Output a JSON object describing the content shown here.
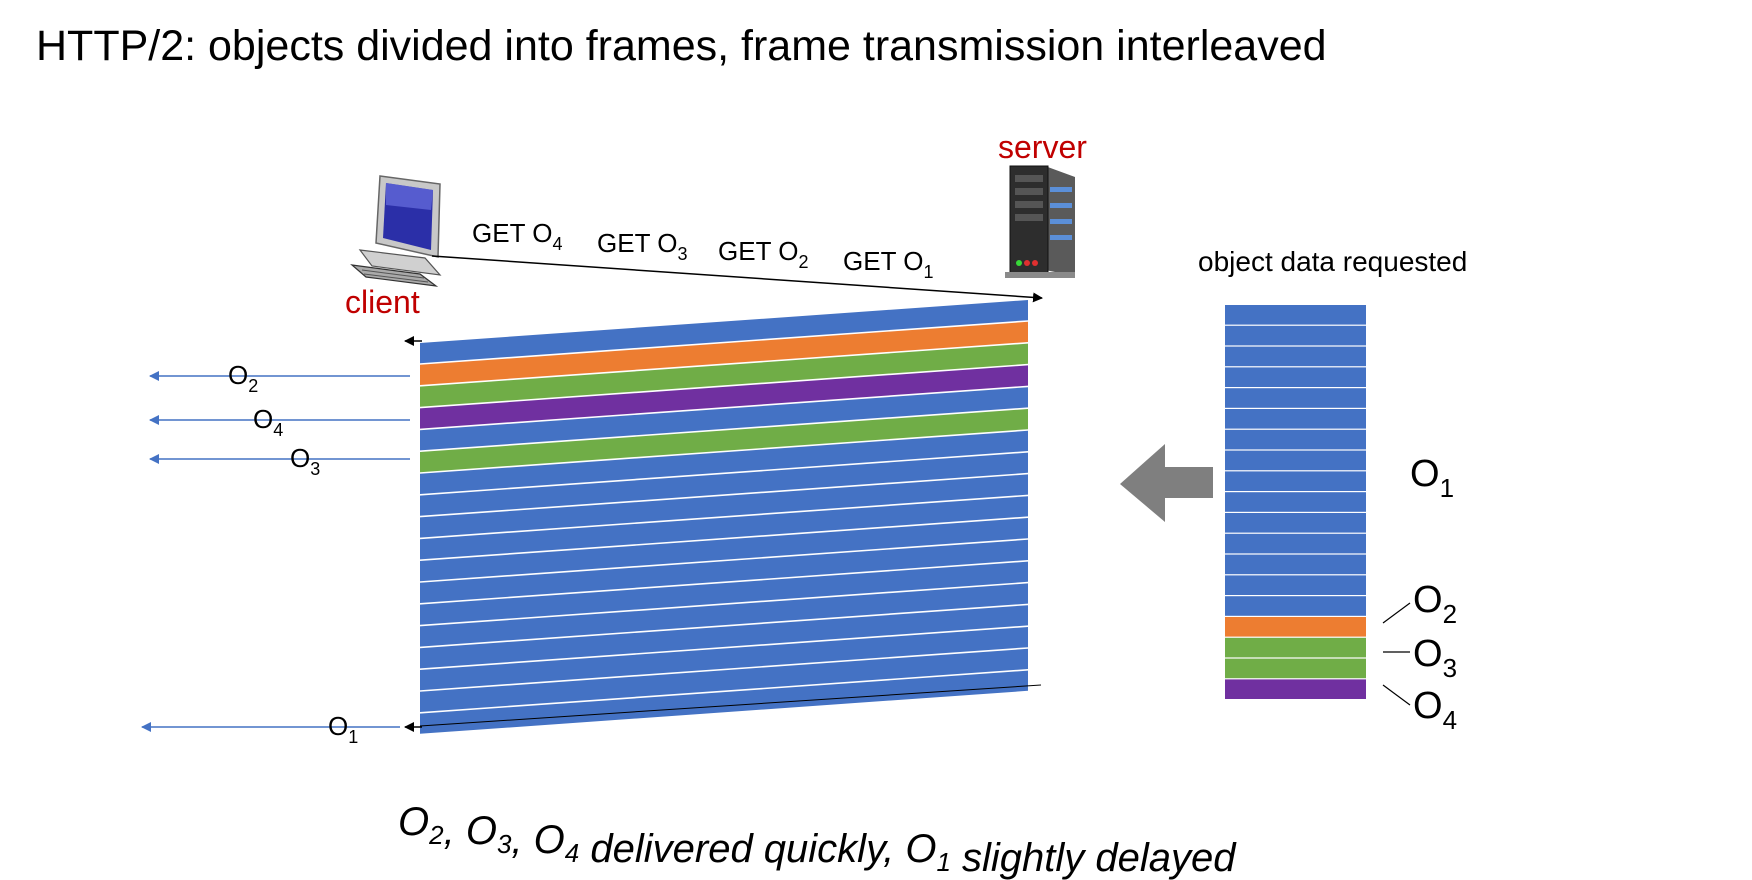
{
  "title": "HTTP/2: objects divided into frames, frame transmission interleaved",
  "labels": {
    "server": "server",
    "client": "client",
    "requested": "object data requested"
  },
  "requests": [
    {
      "base": "GET O",
      "sub": "4"
    },
    {
      "base": "GET O",
      "sub": "3"
    },
    {
      "base": "GET O",
      "sub": "2"
    },
    {
      "base": "GET O",
      "sub": "1"
    }
  ],
  "delivered": [
    {
      "base": "O",
      "sub": "2"
    },
    {
      "base": "O",
      "sub": "4"
    },
    {
      "base": "O",
      "sub": "3"
    },
    {
      "base": "O",
      "sub": "1"
    }
  ],
  "stack_labels": [
    {
      "base": "O",
      "sub": "1"
    },
    {
      "base": "O",
      "sub": "2"
    },
    {
      "base": "O",
      "sub": "3"
    },
    {
      "base": "O",
      "sub": "4"
    }
  ],
  "caption": {
    "parts": [
      {
        "base": "O",
        "sub": "2"
      },
      {
        "text": ", "
      },
      {
        "base": "O",
        "sub": "3"
      },
      {
        "text": ", "
      },
      {
        "base": "O",
        "sub": "4"
      },
      {
        "text": " delivered quickly, "
      },
      {
        "base": "O",
        "sub": "1"
      },
      {
        "text": " slightly delayed"
      }
    ]
  },
  "colors": {
    "O1": "#4472C4",
    "O2": "#ED7D31",
    "O3": "#70AD47",
    "O4": "#7030A0",
    "label_red": "#C00000",
    "arrow_blue": "#4472C4",
    "big_arrow": "#7F7F7F"
  },
  "frame_sequence": [
    "O1",
    "O2",
    "O3",
    "O4",
    "O1",
    "O3",
    "O1",
    "O1",
    "O1",
    "O1",
    "O1",
    "O1",
    "O1",
    "O1",
    "O1",
    "O1",
    "O1",
    "O1"
  ],
  "stack_sequence": [
    "O1",
    "O1",
    "O1",
    "O1",
    "O1",
    "O1",
    "O1",
    "O1",
    "O1",
    "O1",
    "O1",
    "O1",
    "O1",
    "O1",
    "O1",
    "O2",
    "O3",
    "O3",
    "O4"
  ],
  "icons": [
    "computer-icon",
    "server-icon",
    "left-arrow-icon"
  ]
}
